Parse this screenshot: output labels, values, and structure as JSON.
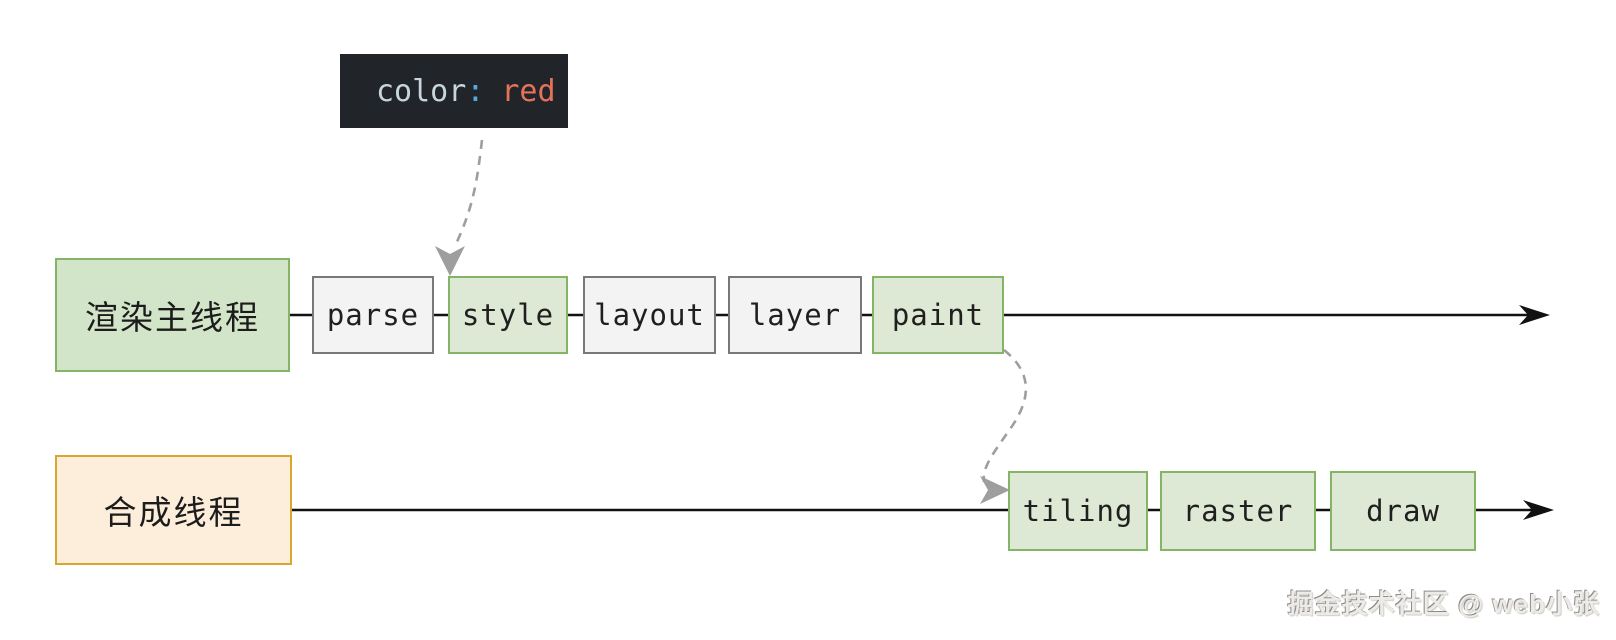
{
  "diagram": {
    "tooltip": {
      "property": "color",
      "separator": ":",
      "value": "red",
      "background": "#212429",
      "property_color": "#c7d6dc",
      "separator_color": "#55aae6",
      "value_color": "#e5735b"
    },
    "main_thread": {
      "label": "渲染主线程",
      "stages": [
        {
          "label": "parse",
          "highlighted": false
        },
        {
          "label": "style",
          "highlighted": true
        },
        {
          "label": "layout",
          "highlighted": false
        },
        {
          "label": "layer",
          "highlighted": false
        },
        {
          "label": "paint",
          "highlighted": true
        }
      ]
    },
    "compositor_thread": {
      "label": "合成线程",
      "stages": [
        {
          "label": "tiling",
          "highlighted": true
        },
        {
          "label": "raster",
          "highlighted": true
        },
        {
          "label": "draw",
          "highlighted": true
        }
      ]
    },
    "colors": {
      "stage_highlight_fill": "#dde9d4",
      "stage_highlight_border": "#84b466",
      "stage_default_fill": "#f3f3f3",
      "stage_default_border": "#787878",
      "main_thread_fill": "#d3e5c8",
      "main_thread_border": "#84b466",
      "compositor_fill": "#fdeedb",
      "compositor_border": "#d9a62e",
      "timeline_arrow": "#111111",
      "dashed_arrow": "#9e9e9e"
    },
    "watermark": "掘金技术社区 @ web小张"
  }
}
